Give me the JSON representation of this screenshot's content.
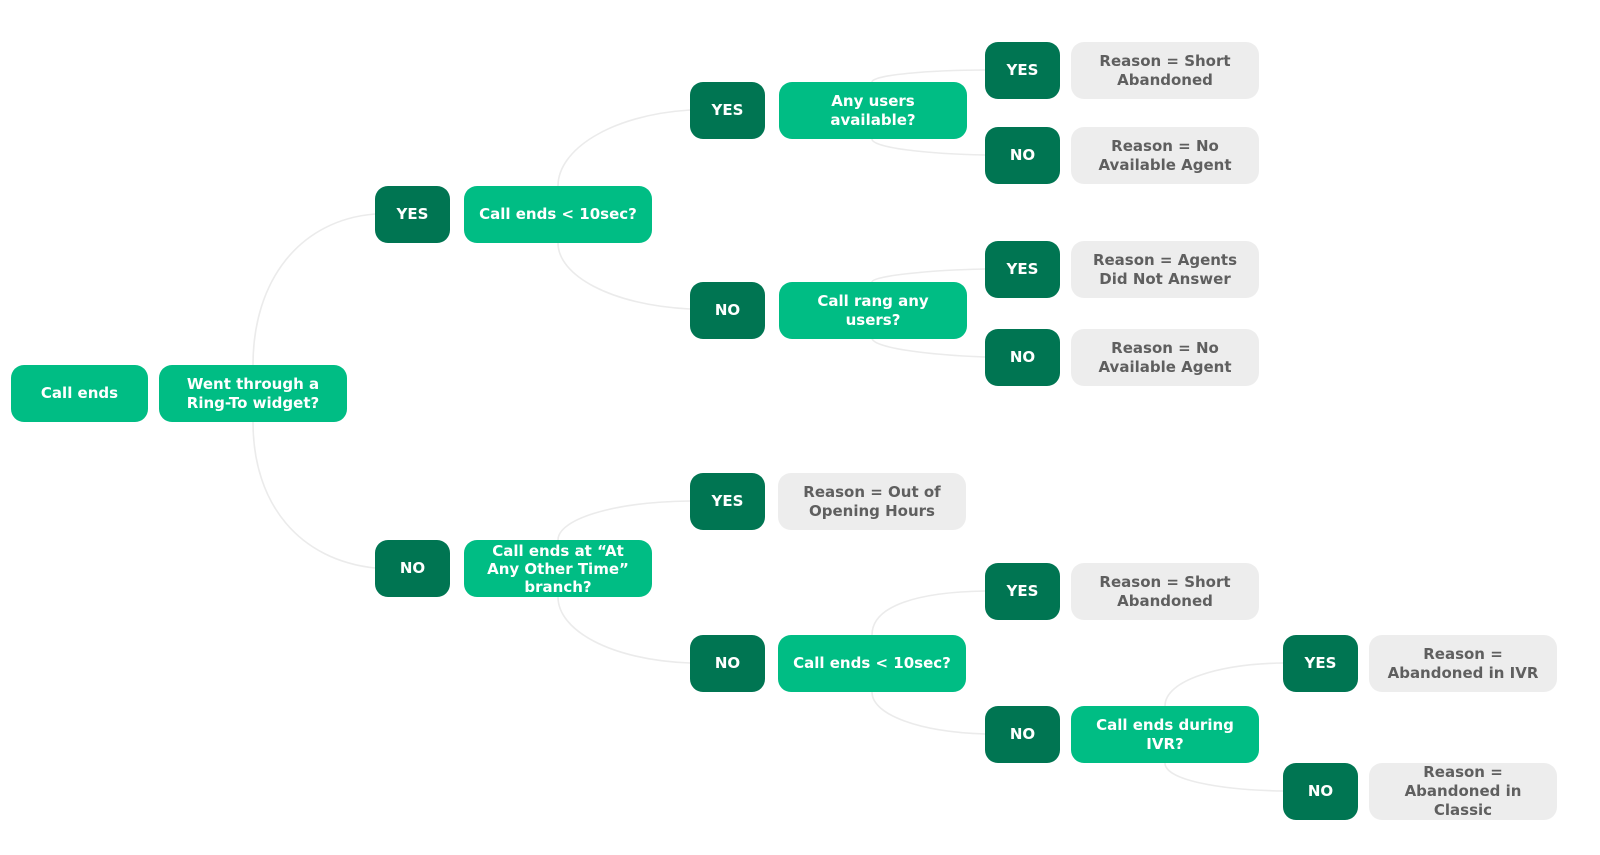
{
  "nodes": {
    "start": "Call ends",
    "q_ring_to": "Went through a Ring-To widget?",
    "q_short_1": "Call ends < 10sec?",
    "q_users_available": "Any users available?",
    "q_call_rang": "Call rang any users?",
    "q_other_time": "Call ends at “At Any Other Time” branch?",
    "q_short_2": "Call ends < 10sec?",
    "q_ivr": "Call ends during IVR?"
  },
  "answers": {
    "yes": "YES",
    "no": "NO"
  },
  "reasons": {
    "short_abandoned_1": "Reason = Short Abandoned",
    "no_agent_1": "Reason = No Available Agent",
    "agents_no_answer": "Reason = Agents Did Not Answer",
    "no_agent_2": "Reason = No Available Agent",
    "out_of_hours": "Reason = Out of Opening Hours",
    "short_abandoned_2": "Reason = Short Abandoned",
    "abandoned_ivr": "Reason = Abandoned in IVR",
    "abandoned_classic": "Reason = Abandoned in Classic"
  },
  "colors": {
    "question_fill": "#00bd84",
    "answer_fill": "#007552",
    "reason_fill": "#ededed",
    "reason_text": "#5f5f5f",
    "connector": "#ebebeb"
  }
}
